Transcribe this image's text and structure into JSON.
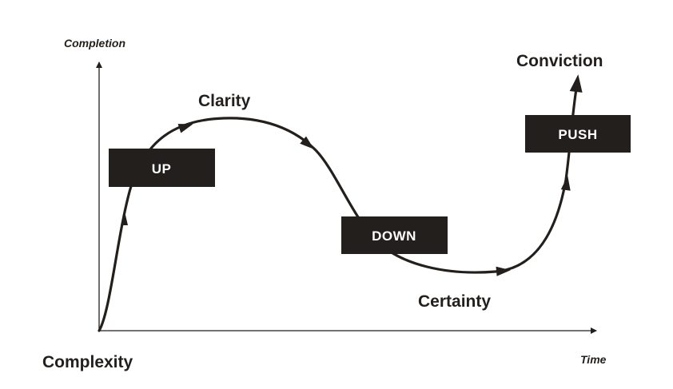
{
  "axes": {
    "y_label": "Completion",
    "x_label": "Time",
    "origin_label": "Complexity"
  },
  "phases": {
    "clarity": "Clarity",
    "certainty": "Certainty",
    "conviction": "Conviction"
  },
  "boxes": {
    "up": "UP",
    "down": "DOWN",
    "push": "PUSH"
  },
  "colors": {
    "ink": "#231f1c",
    "box_fill": "#231f1c",
    "box_text": "#ffffff",
    "background": "#ffffff"
  }
}
